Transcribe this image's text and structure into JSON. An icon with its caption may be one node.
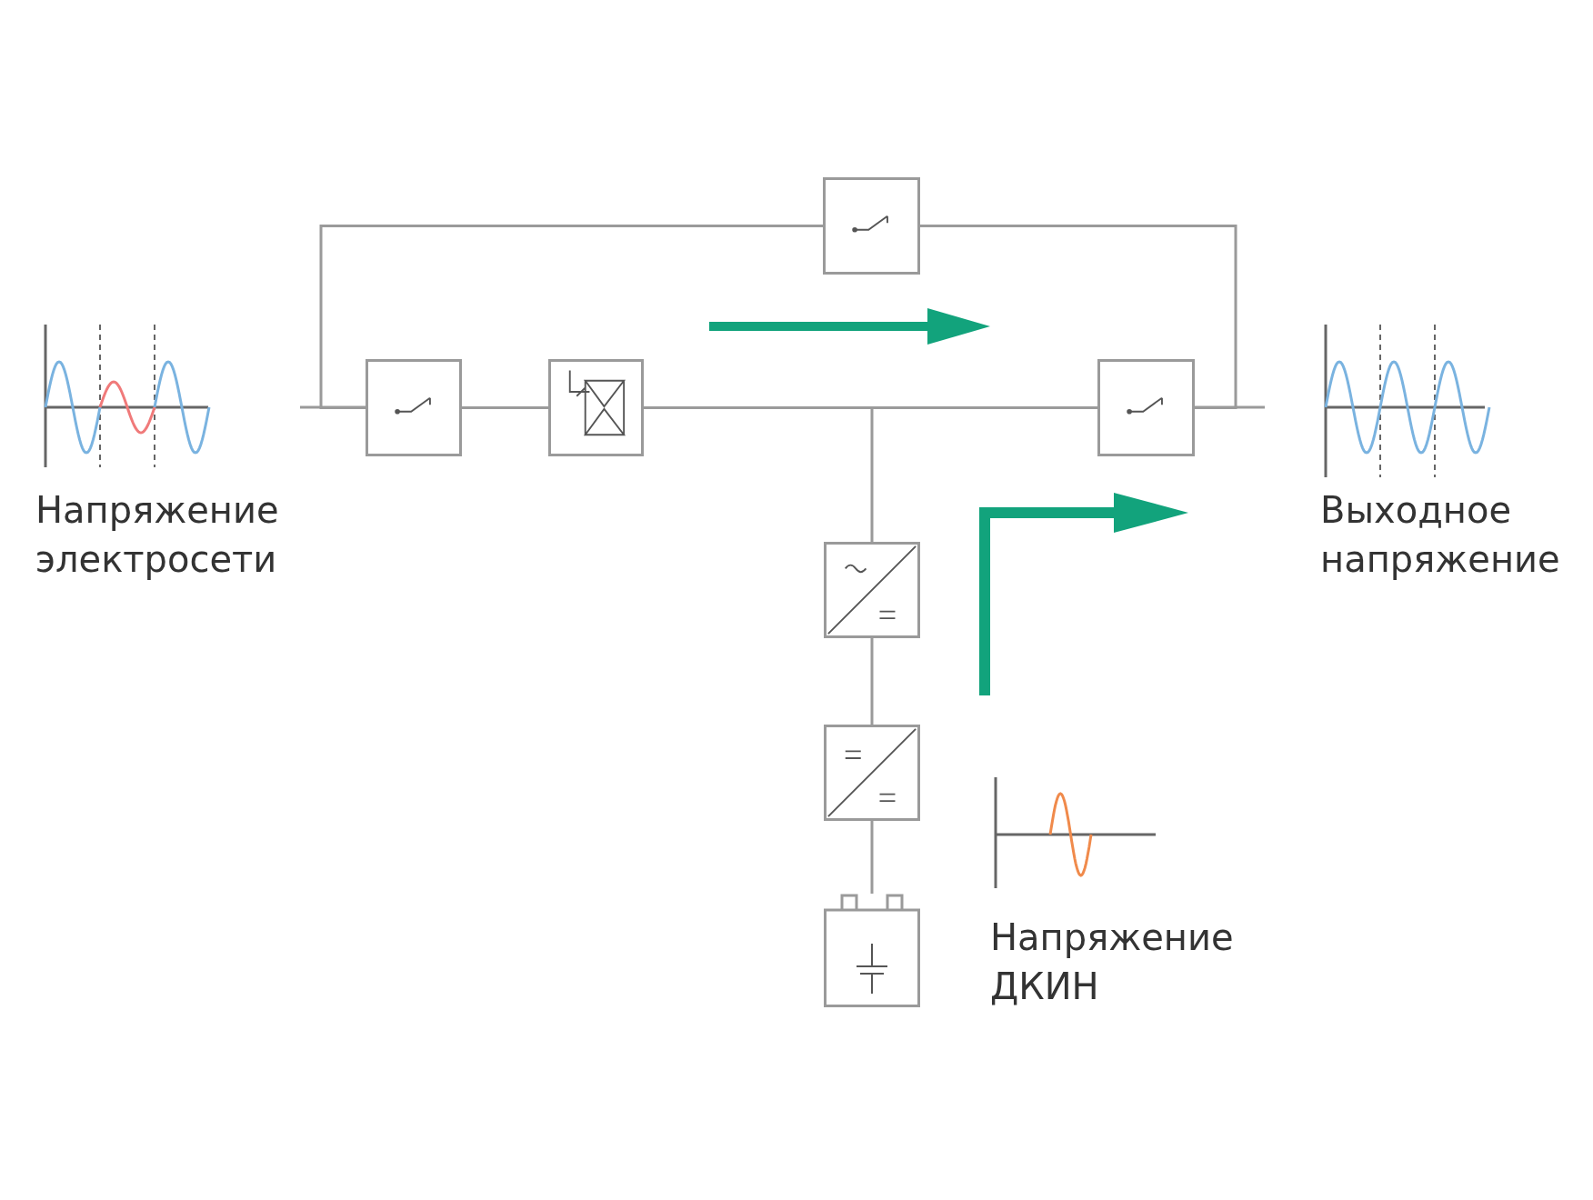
{
  "diagram": {
    "nodes": [
      {
        "text": [],
        "shape": "box"
      },
      {
        "text": [],
        "shape": "box"
      },
      {
        "text": [],
        "shape": "box"
      },
      {
        "text": [],
        "shape": "box"
      },
      {
        "text": [],
        "shape": "box"
      },
      {
        "text": [],
        "shape": "box"
      },
      {
        "text": [],
        "shape": "box"
      }
    ],
    "edges": [
      {
        "from": 1,
        "to": 0,
        "arrow": "none"
      },
      {
        "from": 0,
        "to": 3,
        "arrow": "none"
      },
      {
        "from": 1,
        "to": 2,
        "arrow": "none"
      },
      {
        "from": 2,
        "to": 3,
        "arrow": "none"
      },
      {
        "from": 2,
        "to": 4,
        "arrow": "none"
      },
      {
        "from": 4,
        "to": 5,
        "arrow": "none"
      },
      {
        "from": 5,
        "to": 6,
        "arrow": "none"
      }
    ],
    "labels": [
      "Напряжение электросети",
      "Выходное напряжение",
      "Напряжение ДКИН"
    ]
  }
}
